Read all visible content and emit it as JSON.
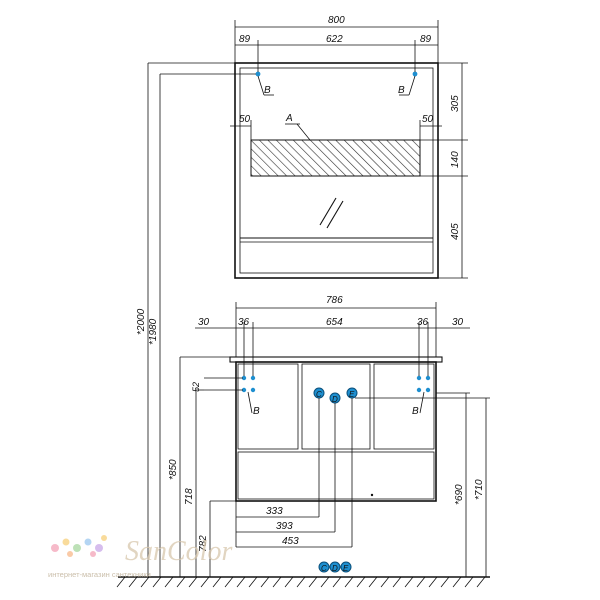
{
  "mirror": {
    "width_total": "800",
    "left_offset": "89",
    "center_span": "622",
    "right_offset": "89",
    "height_top": "305",
    "height_shelf": "140",
    "height_bottom": "405",
    "inset_left": "50",
    "inset_right": "50",
    "label_shelf": "A",
    "mount_left": "B",
    "mount_right": "B"
  },
  "cabinet": {
    "width_total": "786",
    "side_left": "30",
    "offset_left": "36",
    "center_span": "654",
    "offset_right": "36",
    "side_right": "30",
    "hole_spacing": "52",
    "mount_left": "B",
    "mount_right": "B",
    "conn_c": "C",
    "conn_d": "D",
    "conn_e": "E",
    "dist_333": "333",
    "dist_393": "393",
    "dist_453": "453"
  },
  "heights": {
    "h2000": "*2000",
    "h1980": "*1980",
    "h850": "*850",
    "h718": "718",
    "h782": "782",
    "h690": "*690",
    "h710": "*710"
  },
  "floor_connectors": {
    "c": "C",
    "d": "D",
    "e": "E"
  },
  "watermark": {
    "brand": "SanColor",
    "tagline": "интернет-магазин сантехники"
  },
  "colors": {
    "line": "#111111",
    "hatch": "#333333",
    "connector": "#1e8fd0",
    "wm_text": "#c9b8a0"
  }
}
